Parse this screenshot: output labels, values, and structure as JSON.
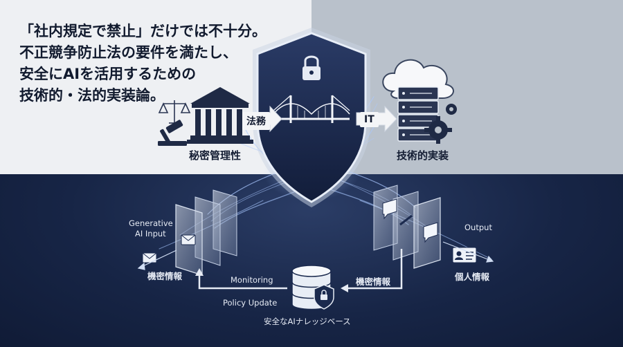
{
  "headline": {
    "line1": "「社内規定で禁止」だけでは不十分。",
    "line2": "不正競争防止法の要件を満たし、",
    "line3": "安全にAIを活用するための",
    "line4": "技術的・法的実装論。"
  },
  "left_block": {
    "arrow_label": "法務",
    "caption": "秘密管理性"
  },
  "right_block": {
    "arrow_label": "IT",
    "caption": "技術的実装"
  },
  "input_panel": {
    "title_line1": "Generative",
    "title_line2": "AI Input",
    "caption": "機密情報"
  },
  "output_panel": {
    "title": "Output",
    "caption": "個人情報"
  },
  "loop": {
    "monitoring": "Monitoring",
    "policy_update": "Policy Update",
    "inbound_label": "機密情報",
    "database_caption": "安全なAIナレッジベース"
  },
  "colors": {
    "navy": "#1b2a4e",
    "light_panel": "#eef0f3",
    "gray_panel": "#b9c1cb",
    "accent_glow": "#9fc3ff"
  },
  "icons": [
    "gavel-icon",
    "scales-icon",
    "courthouse-icon",
    "shield-icon",
    "padlock-icon",
    "bridge-icon",
    "cloud-icon",
    "server-icon",
    "gear-icon",
    "envelope-icon",
    "document-icon",
    "id-card-icon",
    "database-icon"
  ]
}
